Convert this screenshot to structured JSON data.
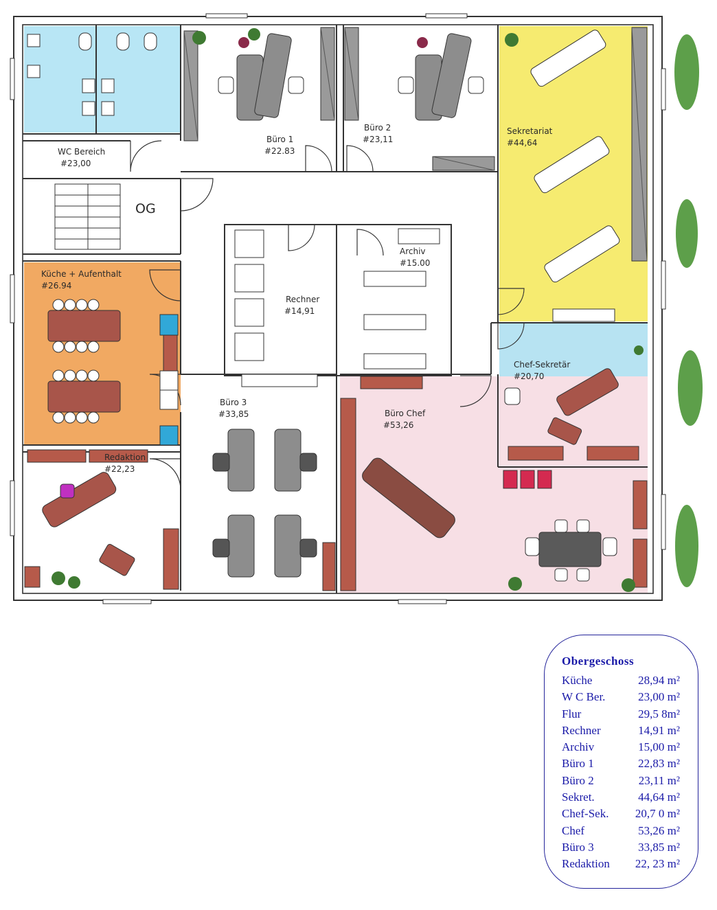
{
  "floor_label": "OG",
  "rooms": {
    "wc": {
      "name": "WC Bereich",
      "area": "#23,00"
    },
    "buero1": {
      "name": "Büro 1",
      "area": "#22.83"
    },
    "buero2": {
      "name": "Büro 2",
      "area": "#23,11"
    },
    "sekretariat": {
      "name": "Sekretariat",
      "area": "#44,64"
    },
    "kueche": {
      "name": "Küche + Aufenthalt",
      "area": "#26.94"
    },
    "rechner": {
      "name": "Rechner",
      "area": "#14,91"
    },
    "archiv": {
      "name": "Archiv",
      "area": "#15.00"
    },
    "chefsek": {
      "name": "Chef-Sekretär",
      "area": "#20,70"
    },
    "buero3": {
      "name": "Büro 3",
      "area": "#33,85"
    },
    "bueroChef": {
      "name": "Büro Chef",
      "area": "#53,26"
    },
    "redaktion": {
      "name": "Redaktion",
      "area": "#22,23"
    }
  },
  "legend": {
    "title": "Obergeschoss",
    "rows": [
      {
        "name": "Küche",
        "area": "28,94  m²"
      },
      {
        "name": "W C Ber.",
        "area": "23,00 m²"
      },
      {
        "name": "Flur",
        "area": "29,5 8m²"
      },
      {
        "name": "Rechner",
        "area": "14,91 m²"
      },
      {
        "name": "Archiv",
        "area": "15,00 m²"
      },
      {
        "name": "Büro 1",
        "area": "22,83 m²"
      },
      {
        "name": "Büro 2",
        "area": "23,11 m²"
      },
      {
        "name": "Sekret.",
        "area": "44,64  m²"
      },
      {
        "name": "Chef-Sek.",
        "area": "20,7 0  m²"
      },
      {
        "name": "Chef",
        "area": "53,26  m²"
      },
      {
        "name": "Büro 3",
        "area": "33,85  m²"
      },
      {
        "name": "Redaktion",
        "area": "22, 23 m²"
      }
    ]
  },
  "colors": {
    "wall": "#333333",
    "kueche": "#ef9a46",
    "sekretariat": "#f6eb70",
    "wc": "#b8e6f5",
    "chefsek": "#b7e3f2",
    "bueroChef": "#f7dfe5",
    "desk_grey": "#8d8d8d",
    "desk_brown": "#a8554a",
    "trees": "#5d9f4a",
    "legend_text": "#1a1aa8"
  }
}
